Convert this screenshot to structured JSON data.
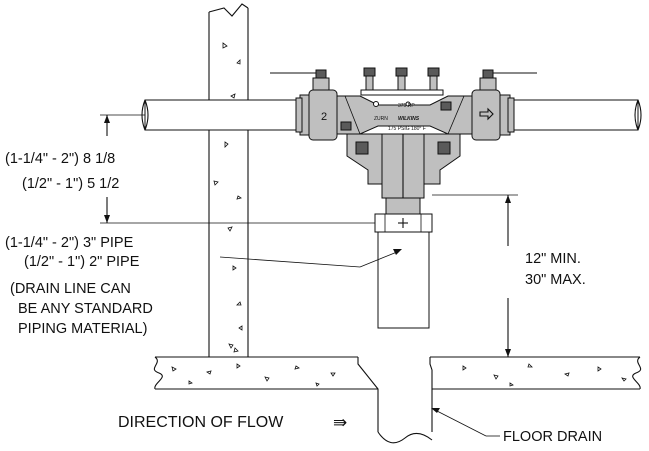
{
  "labels": {
    "inlet_height_large": "(1-1/4\" - 2\")  8 1/8",
    "inlet_height_small": "(1/2\" - 1\")  5 1/2",
    "drain_pipe_large": "(1-1/4\" - 2\") 3\" PIPE",
    "drain_pipe_small": "(1/2\" - 1\") 2\" PIPE",
    "drain_note_line1": "(DRAIN LINE CAN",
    "drain_note_line2": "BE  ANY STANDARD",
    "drain_note_line3": "PIPING MATERIAL)",
    "drain_height_min": "12\" MIN.",
    "drain_height_max": "30\" MAX.",
    "flow_direction": "DIRECTION OF FLOW",
    "flow_arrow": "⇛",
    "floor_drain": "FLOOR DRAIN"
  },
  "valve_markings": {
    "model": "375  RP",
    "brand_left": "ZURN",
    "brand_right": "WILKINS",
    "rating": "175 PSIG 180° F",
    "size_number": "2"
  },
  "colors": {
    "line": "#111111",
    "valve_body": "#bfbfbf",
    "valve_dark": "#5a5a5a",
    "background": "#ffffff"
  }
}
